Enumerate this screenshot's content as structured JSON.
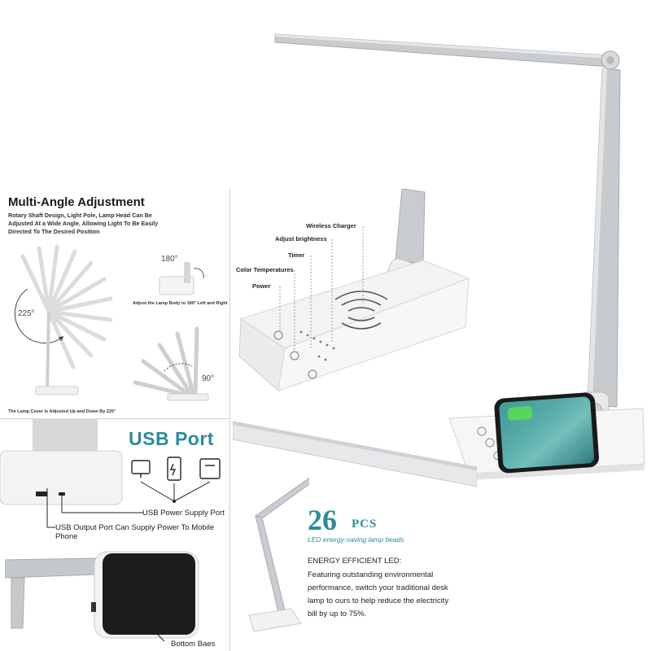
{
  "multi_angle": {
    "title": "Multi-Angle Adjustment",
    "description": "Rotary Shaft Design, Light Pole, Lamp Head Can Be Adjusted At a Wide Angle, Allowing Light To Be Easily Directed To The Desired Position",
    "angle_225": "225°",
    "angle_180": "180°",
    "angle_90": "90°",
    "caption_body": "Adjust the Lamp Body to 180° Left and Right",
    "caption_cover": "The Lamp Cover Is Adjusted Up and Down By 225°"
  },
  "features": {
    "wireless": "Wireless Charger",
    "brightness": "Adjust brightness",
    "timer": "Timer",
    "color_temp": "Color Temperatures",
    "power": "Power"
  },
  "usb": {
    "title": "USB Port",
    "supply": "USB Power Supply Port",
    "output": "USB Output Port Can Supply Power To Mobile Phone",
    "bottom": "Bottom Baes"
  },
  "led": {
    "count": "26",
    "unit": "PCS",
    "subtitle": "LED energy-saving lamp beads",
    "heading": "ENERGY EFFICIENT LED:",
    "body": "Featuring outstanding environmental performance, switch your traditional desk lamp to ours to help reduce the electricity bill by up to 75%."
  },
  "colors": {
    "teal": "#2a8c9a",
    "silver": "#bfc3c6",
    "base": "#f4f4f4"
  }
}
